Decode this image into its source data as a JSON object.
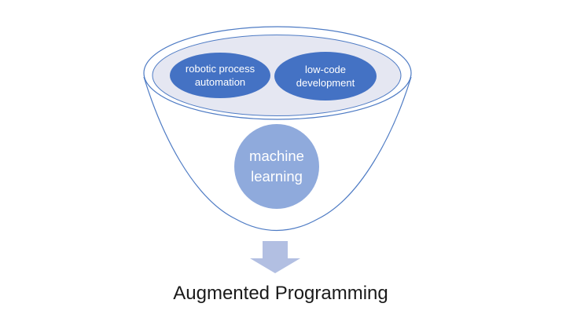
{
  "diagram": {
    "type": "funnel",
    "inputs": [
      {
        "name": "robotic-process-automation",
        "lines": [
          "robotic process",
          "automation"
        ]
      },
      {
        "name": "low-code-development",
        "lines": [
          "low-code",
          "development"
        ]
      }
    ],
    "stage": {
      "name": "machine-learning",
      "lines": [
        "machine",
        "learning"
      ]
    },
    "result": {
      "label": "Augmented Programming"
    }
  },
  "icons": {
    "arrow_down": "down-arrow"
  },
  "colors": {
    "background": "#ffffff",
    "funnel_fill": "#ffffff",
    "funnel_outline": "#4E7BC4",
    "rim_fill": "#E5E7F2",
    "input_ellipse_fill": "#4472C4",
    "stage_circle_fill": "#8FAADC",
    "arrow_fill": "#B2BFE2",
    "input_text": "#ffffff",
    "stage_text": "#ffffff",
    "result_text": "#1a1a1a"
  }
}
